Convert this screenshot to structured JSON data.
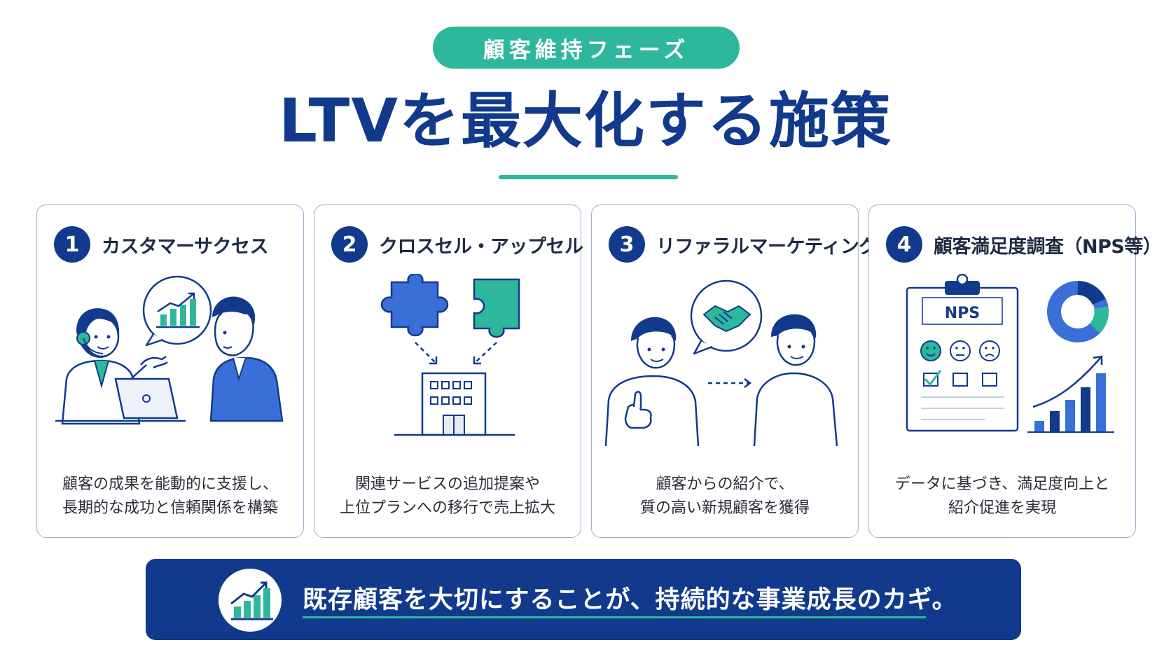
{
  "header": {
    "phase_label": "顧客維持フェーズ",
    "title": "LTVを最大化する施策"
  },
  "cards": [
    {
      "number": "1",
      "title": "カスタマーサクセス",
      "desc_line1": "顧客の成果を能動的に支援し、",
      "desc_line2": "長期的な成功と信頼関係を構築"
    },
    {
      "number": "2",
      "title": "クロスセル・アップセル",
      "desc_line1": "関連サービスの追加提案や",
      "desc_line2": "上位プランへの移行で売上拡大"
    },
    {
      "number": "3",
      "title": "リファラルマーケティング",
      "desc_line1": "顧客からの紹介で、",
      "desc_line2": "質の高い新規顧客を獲得"
    },
    {
      "number": "4",
      "title": "顧客満足度調査（NPS等）",
      "desc_line1": "データに基づき、満足度向上と",
      "desc_line2": "紹介促進を実現",
      "nps_label": "NPS"
    }
  ],
  "banner": {
    "text": "既存顧客を大切にすることが、持続的な事業成長のカギ。"
  },
  "colors": {
    "navy": "#123a8c",
    "teal": "#2db79d",
    "blue": "#3b6fd8",
    "border": "#9fb0d0"
  }
}
